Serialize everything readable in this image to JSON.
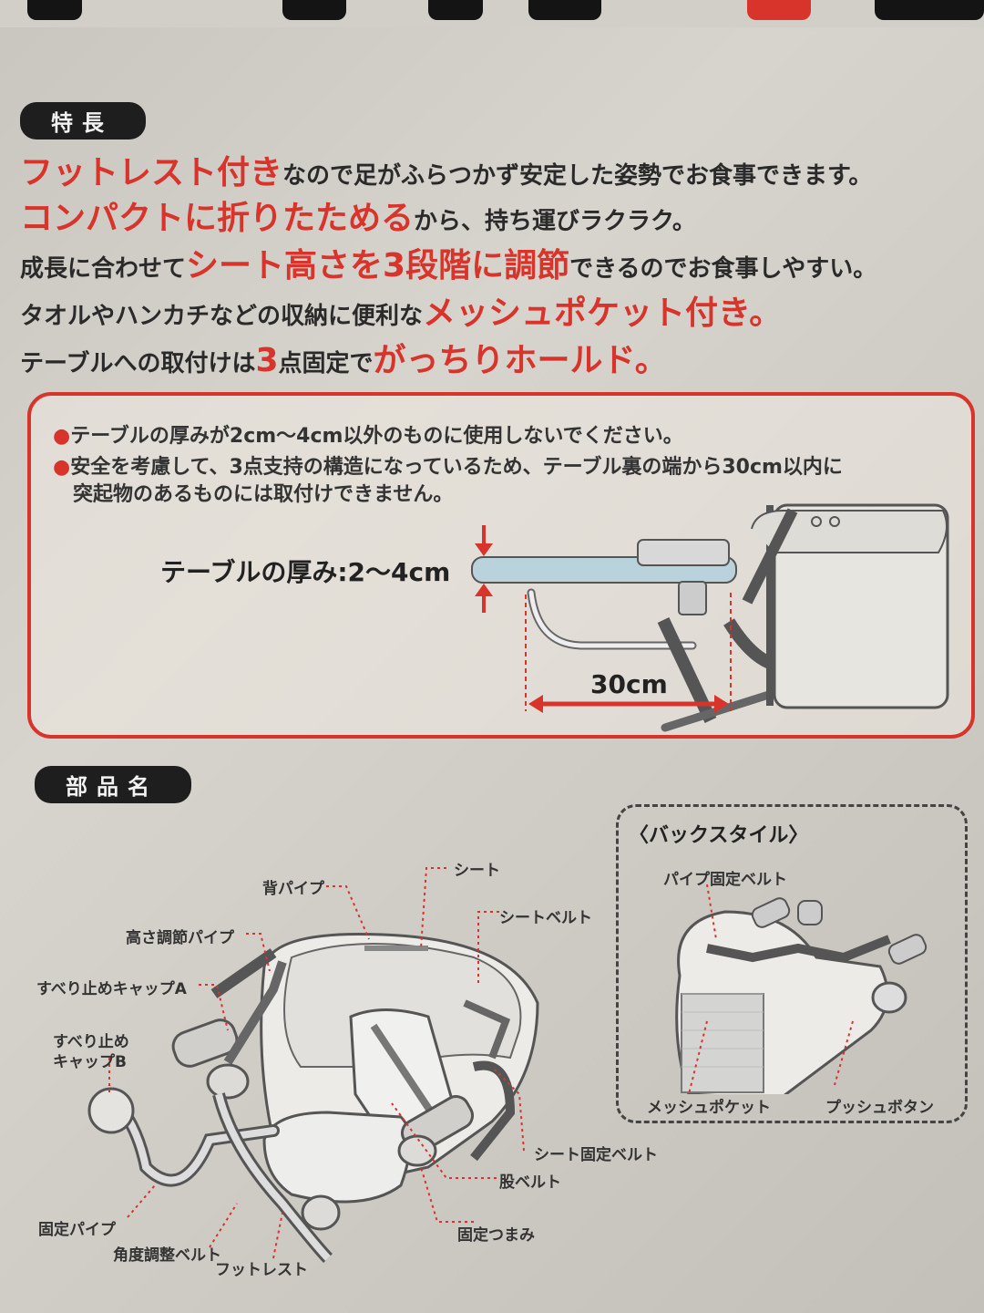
{
  "features": {
    "pill": "特長",
    "lines": [
      {
        "red": "フットレスト付き",
        "dark": "なので足がふらつかず安定した姿勢でお食事できます。"
      },
      {
        "red": "コンパクトに折りたためる",
        "dark": "から、持ち運びラクラク。"
      },
      {
        "dark_pre": "成長に合わせて",
        "red": "シート高さを3段階に調節",
        "dark": "できるのでお食事しやすい。"
      },
      {
        "dark_pre": "タオルやハンカチなどの収納に便利な",
        "red": "メッシュポケット付き。"
      },
      {
        "dark_pre": "テーブルへの取付けは",
        "red_num": "3",
        "dark_mid": "点固定で",
        "red": "がっちりホールド。"
      }
    ]
  },
  "warnings": {
    "items": [
      "テーブルの厚みが2cm〜4cm以外のものに使用しないでください。",
      "安全を考慮して、3点支持の構造になっているため、テーブル裏の端から30cm以内に",
      "突起物のあるものには取付けできません。"
    ],
    "bullet": "●",
    "thickness_label": "テーブルの厚み:2〜4cm",
    "distance_label": "30cm"
  },
  "parts": {
    "pill": "部品名",
    "labels": {
      "back_pipe": "背パイプ",
      "seat": "シート",
      "seat_belt": "シートベルト",
      "height_pipe": "高さ調節パイプ",
      "cap_a": "すべり止めキャップA",
      "cap_b_1": "すべり止め",
      "cap_b_2": "キャップB",
      "seat_fix_belt": "シート固定ベルト",
      "crotch_belt": "股ベルト",
      "fix_pipe": "固定パイプ",
      "knob": "固定つまみ",
      "angle_belt": "角度調整ベルト",
      "footrest": "フットレスト"
    },
    "back": {
      "title": "〈バックスタイル〉",
      "pipe_belt": "パイプ固定ベルト",
      "mesh": "メッシュポケット",
      "push": "プッシュボタン"
    }
  },
  "colors": {
    "accent": "#d9342b",
    "table": "#b9d2dc"
  }
}
